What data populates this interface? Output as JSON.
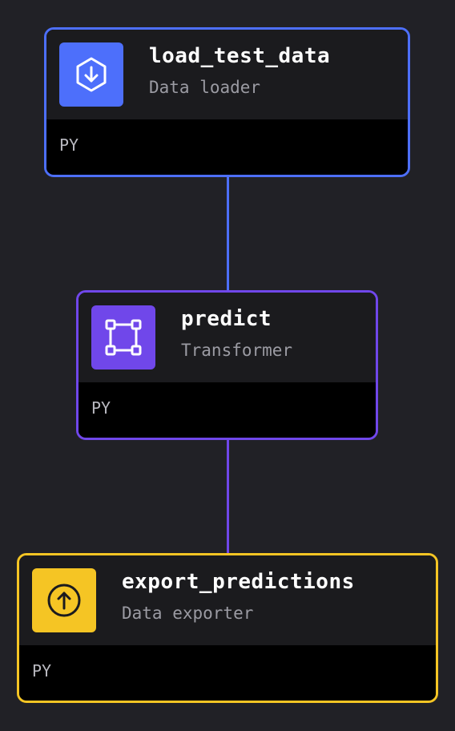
{
  "colors": {
    "background": "#212126",
    "loader": "#4d6ffb",
    "transformer": "#7047ea",
    "exporter": "#f5c524"
  },
  "blocks": [
    {
      "name": "load_test_data",
      "type": "Data loader",
      "language": "PY",
      "icon": "download-hexagon-icon"
    },
    {
      "name": "predict",
      "type": "Transformer",
      "language": "PY",
      "icon": "transform-square-icon"
    },
    {
      "name": "export_predictions",
      "type": "Data exporter",
      "language": "PY",
      "icon": "upload-circle-icon"
    }
  ]
}
